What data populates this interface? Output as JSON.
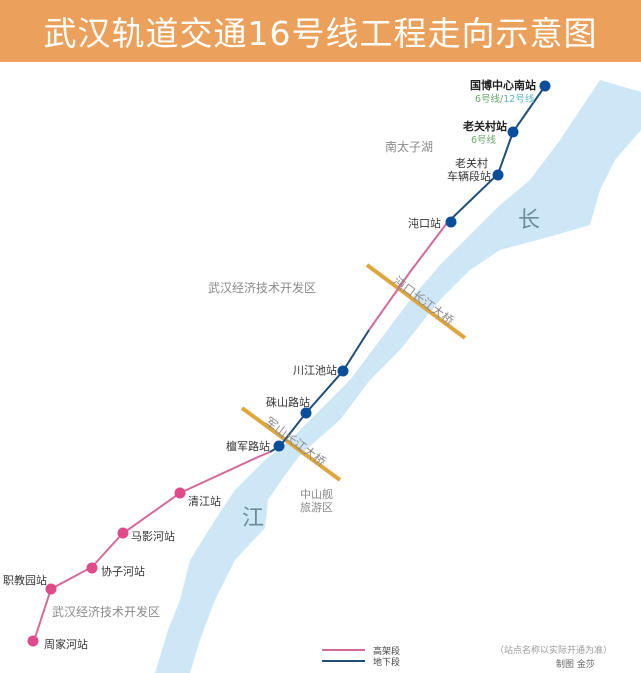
{
  "header": {
    "title": "武汉轨道交通16号线工程走向示意图",
    "bg_color": "#EBA15B"
  },
  "colors": {
    "elevated": "#D46A9A",
    "underground": "#1F4E79",
    "station_elevated": "#E0498A",
    "station_underground": "#0B4F9C",
    "river": "#CDE7F7",
    "bridge": "#E0A63C"
  },
  "stations": [
    {
      "name": "国博中心南站",
      "transfer": [
        "6号线",
        "12号线"
      ],
      "type": "underground",
      "bold": true
    },
    {
      "name": "老关村站",
      "transfer": [
        "6号线"
      ],
      "type": "underground",
      "bold": true
    },
    {
      "name": "老关村车辆段站",
      "name_lines": [
        "老关村",
        "车辆段站"
      ],
      "type": "underground"
    },
    {
      "name": "沌口站",
      "type": "underground"
    },
    {
      "name": "川江池站",
      "type": "underground"
    },
    {
      "name": "硃山路站",
      "type": "underground"
    },
    {
      "name": "檀军路站",
      "type": "underground"
    },
    {
      "name": "清江站",
      "type": "elevated"
    },
    {
      "name": "马影河站",
      "type": "elevated"
    },
    {
      "name": "协子河站",
      "type": "elevated"
    },
    {
      "name": "职教园站",
      "type": "elevated"
    },
    {
      "name": "周家河站",
      "type": "elevated"
    }
  ],
  "transfer_sep": "/",
  "bridges": [
    {
      "name": "沌口长江大桥"
    },
    {
      "name": "军山长江大桥"
    }
  ],
  "areas": [
    {
      "name": "南太子湖"
    },
    {
      "name": "武汉经济技术开发区"
    },
    {
      "name": "中山舰",
      "line2": "旅游区"
    },
    {
      "name": "武汉经济技术开发区"
    }
  ],
  "river_labels": [
    "长",
    "江"
  ],
  "legend": [
    {
      "label": "高架段",
      "color": "#D46A9A"
    },
    {
      "label": "地下段",
      "color": "#1F4E79"
    }
  ],
  "notes": {
    "disclaimer": "（站点名称以实际开通为准）",
    "credit": "制图 金莎"
  }
}
